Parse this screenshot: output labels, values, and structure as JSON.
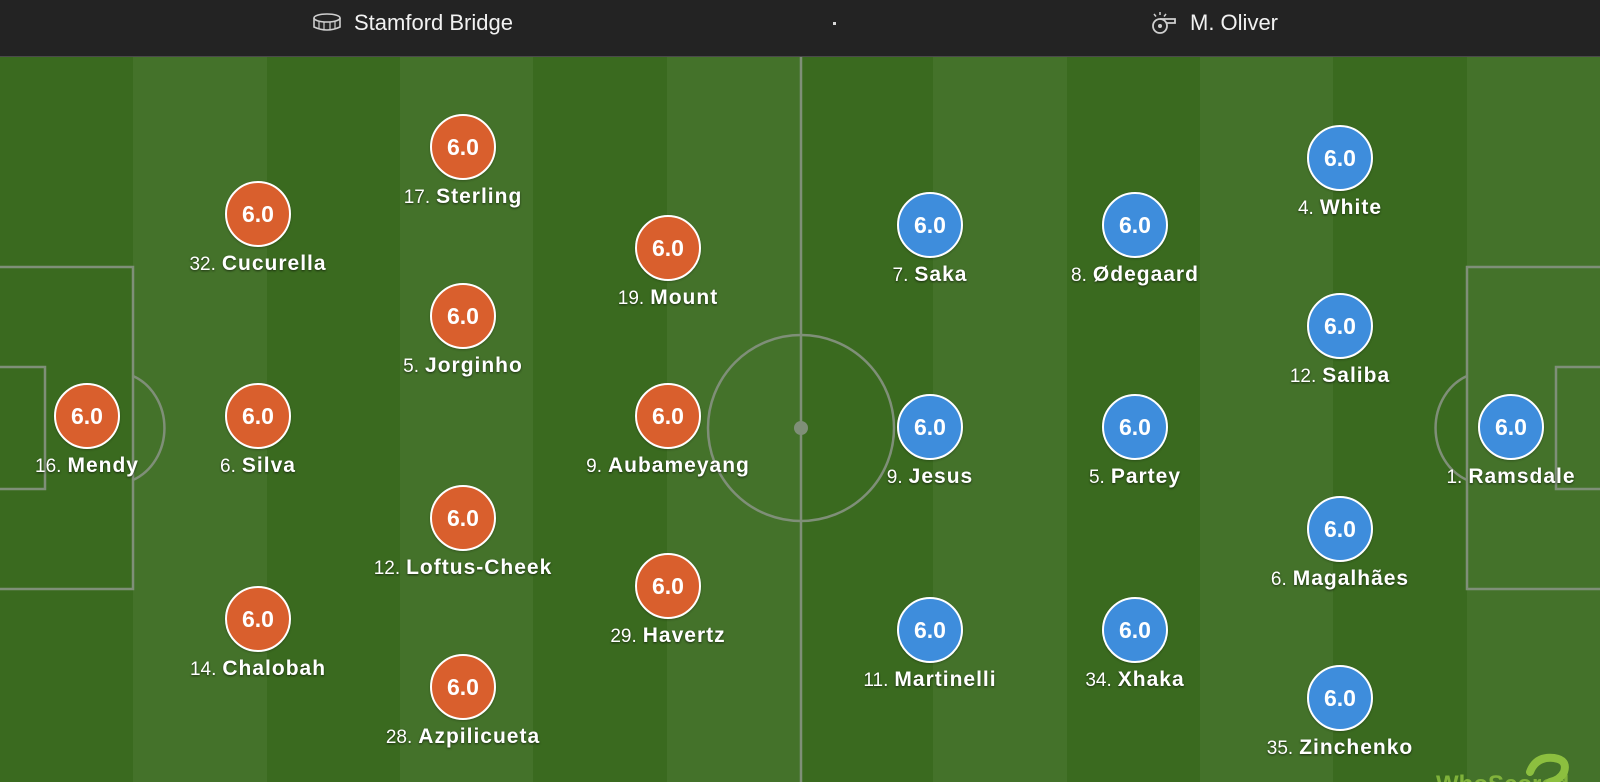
{
  "header": {
    "venue": "Stamford Bridge",
    "venue_icon": "stadium-icon",
    "referee": "M. Oliver",
    "referee_icon": "whistle-icon"
  },
  "colors": {
    "home": "#d95f2d",
    "away": "#3e8ddc",
    "bar": "#232323",
    "pitch_dark": "#3a6a1f",
    "pitch_light": "#44722a"
  },
  "home": {
    "players": [
      {
        "num": "16.",
        "name": "Mendy",
        "rating": "6.0"
      },
      {
        "num": "32.",
        "name": "Cucurella",
        "rating": "6.0"
      },
      {
        "num": "6.",
        "name": "Silva",
        "rating": "6.0"
      },
      {
        "num": "14.",
        "name": "Chalobah",
        "rating": "6.0"
      },
      {
        "num": "17.",
        "name": "Sterling",
        "rating": "6.0"
      },
      {
        "num": "5.",
        "name": "Jorginho",
        "rating": "6.0"
      },
      {
        "num": "12.",
        "name": "Loftus-Cheek",
        "rating": "6.0"
      },
      {
        "num": "28.",
        "name": "Azpilicueta",
        "rating": "6.0"
      },
      {
        "num": "19.",
        "name": "Mount",
        "rating": "6.0"
      },
      {
        "num": "9.",
        "name": "Aubameyang",
        "rating": "6.0"
      },
      {
        "num": "29.",
        "name": "Havertz",
        "rating": "6.0"
      }
    ]
  },
  "away": {
    "players": [
      {
        "num": "7.",
        "name": "Saka",
        "rating": "6.0"
      },
      {
        "num": "9.",
        "name": "Jesus",
        "rating": "6.0"
      },
      {
        "num": "11.",
        "name": "Martinelli",
        "rating": "6.0"
      },
      {
        "num": "8.",
        "name": "Ødegaard",
        "rating": "6.0"
      },
      {
        "num": "5.",
        "name": "Partey",
        "rating": "6.0"
      },
      {
        "num": "34.",
        "name": "Xhaka",
        "rating": "6.0"
      },
      {
        "num": "4.",
        "name": "White",
        "rating": "6.0"
      },
      {
        "num": "12.",
        "name": "Saliba",
        "rating": "6.0"
      },
      {
        "num": "6.",
        "name": "Magalhães",
        "rating": "6.0"
      },
      {
        "num": "35.",
        "name": "Zinchenko",
        "rating": "6.0"
      },
      {
        "num": "1.",
        "name": "Ramsdale",
        "rating": "6.0"
      }
    ]
  },
  "watermark": {
    "text": "WhoScored.com"
  }
}
